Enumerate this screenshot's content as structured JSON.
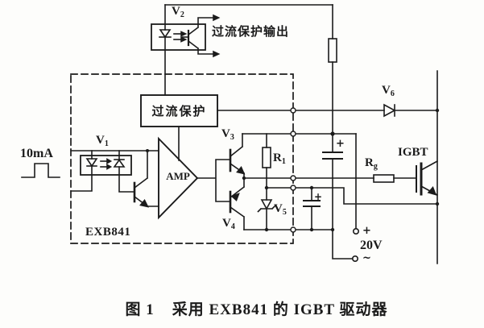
{
  "page": {
    "background": "#fdfdfb",
    "ink": "#1b1b1b"
  },
  "caption": {
    "figure_no": "图 1",
    "title": "采用 EXB841 的 IGBT 驱动器"
  },
  "chip": {
    "name": "EXB841",
    "amp": "AMP",
    "overcurrent_block": "过流保护"
  },
  "annotations": {
    "input_current": "10mA",
    "overcurrent_output": "过流保护输出",
    "supply_voltage": "20V",
    "supply_positive": "+",
    "supply_negative": "~",
    "large_cap_polarity": "+",
    "small_cap_polarity": "+",
    "igbt": "IGBT"
  },
  "components": {
    "v1": {
      "base": "V",
      "sub": "1"
    },
    "v2": {
      "base": "V",
      "sub": "2"
    },
    "v3": {
      "base": "V",
      "sub": "3"
    },
    "v4": {
      "base": "V",
      "sub": "4"
    },
    "v5": {
      "base": "V",
      "sub": "5"
    },
    "v6": {
      "base": "V",
      "sub": "6"
    },
    "r1": {
      "base": "R",
      "sub": "1"
    },
    "rg": {
      "base": "R",
      "sub": "g"
    }
  }
}
